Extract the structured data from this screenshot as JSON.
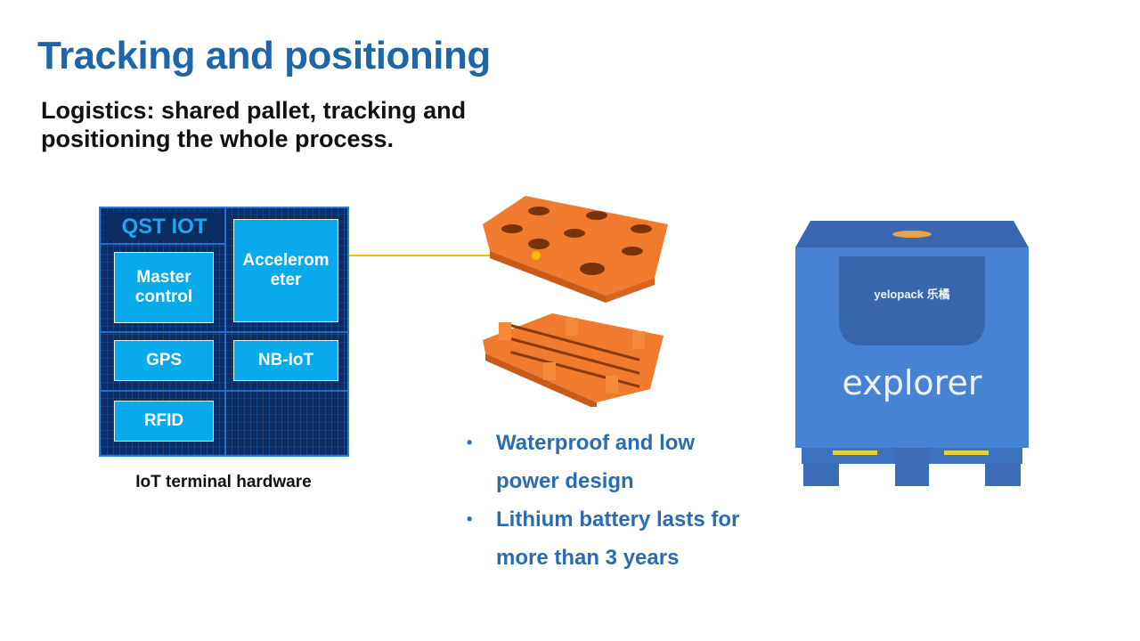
{
  "title": "Tracking and positioning",
  "subtitle": "Logistics: shared pallet, tracking and positioning the whole process.",
  "chip": {
    "title": "QST IOT",
    "blocks": {
      "master": "Master control",
      "accel": "Accelerom eter",
      "gps": "GPS",
      "nbiot": "NB-IoT",
      "rfid": "RFID"
    },
    "caption": "IoT terminal  hardware"
  },
  "bullets": [
    {
      "text": "Waterproof and low power design"
    },
    {
      "text": "Lithium battery lasts for more than 3 years"
    }
  ],
  "container": {
    "brand": "yelopack 乐橘",
    "label": "explorer"
  },
  "colors": {
    "title": "#1f66a8",
    "accent": "#08aaec",
    "connector": "#f0c000",
    "pallet": "#f07a2e",
    "container": "#3f7fd0"
  }
}
